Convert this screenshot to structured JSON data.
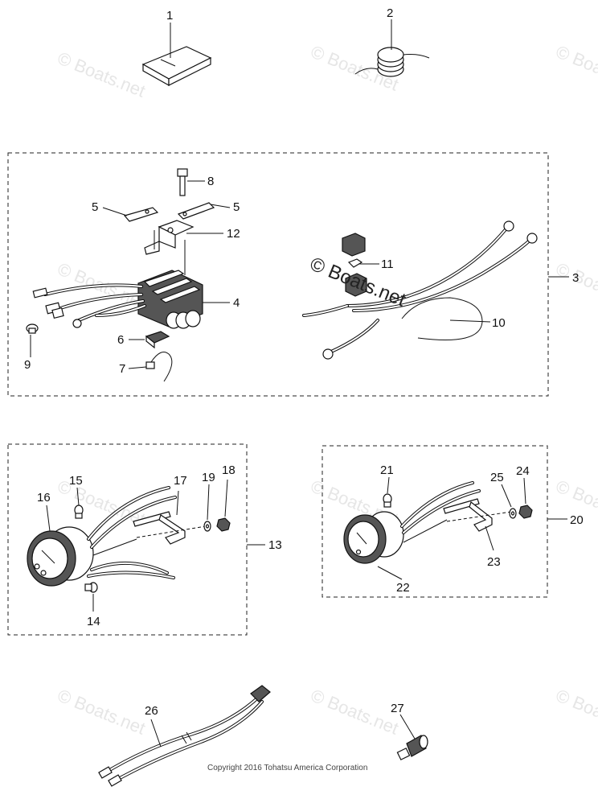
{
  "watermark": {
    "text": "© Boats.net",
    "main_text": "© Boats.net"
  },
  "copyright": "Copyright 2016 Tohatsu America Corporation",
  "labels": {
    "p1": "1",
    "p2": "2",
    "p3": "3",
    "p4": "4",
    "p5a": "5",
    "p5b": "5",
    "p6": "6",
    "p7": "7",
    "p8": "8",
    "p9": "9",
    "p10": "10",
    "p11": "11",
    "p12": "12",
    "p13": "13",
    "p14": "14",
    "p15": "15",
    "p16": "16",
    "p17": "17",
    "p18": "18",
    "p19": "19",
    "p20": "20",
    "p21": "21",
    "p22": "22",
    "p23": "23",
    "p24": "24",
    "p25": "25",
    "p26": "26",
    "p27": "27"
  }
}
